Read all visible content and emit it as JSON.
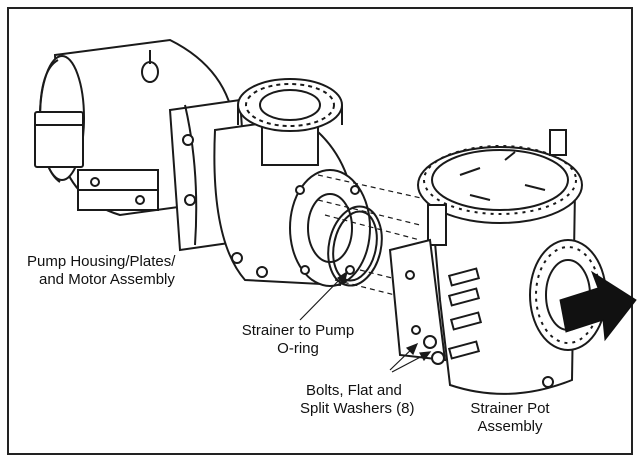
{
  "labels": {
    "housing_line1": "Pump Housing/Plates/",
    "housing_line2": "and Motor Assembly",
    "oring_line1": "Strainer to Pump",
    "oring_line2": "O-ring",
    "bolts_line1": "Bolts, Flat and",
    "bolts_line2": "Split Washers (8)",
    "pot_line1": "Strainer Pot",
    "pot_line2": "Assembly"
  },
  "colors": {
    "line": "#1a1a1a",
    "arrow": "#111111",
    "fill": "#ffffff",
    "shade": "#e6e6e6"
  }
}
